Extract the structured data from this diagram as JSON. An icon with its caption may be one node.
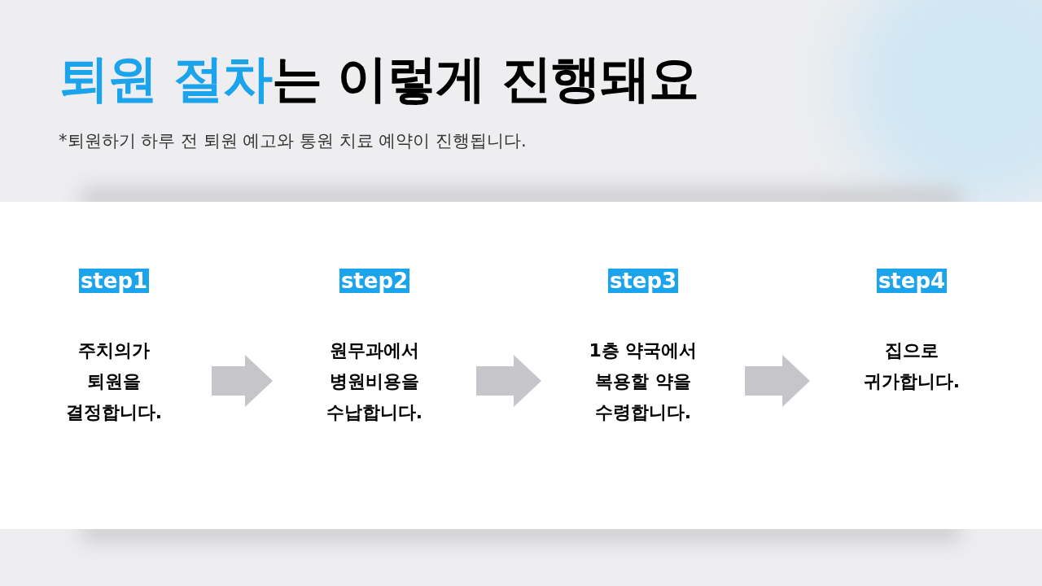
{
  "diagram": {
    "title": "**퇴원 절차**는 이렇게 진행돼요",
    "nodes": [
      {
        "text": [
          "step1",
          "주치의가 퇴원을 결정합니다."
        ]
      },
      {
        "text": [
          "step2",
          "원무과에서 병원비용을 수납합니다."
        ]
      },
      {
        "text": [
          "step3",
          "1층 약국에서 복용할 약을 수령합니다."
        ]
      },
      {
        "text": [
          "step4",
          "집으로 귀가합니다."
        ]
      }
    ],
    "edges": [
      {
        "from": 0,
        "to": 1,
        "arrow": "to"
      },
      {
        "from": 1,
        "to": 2,
        "arrow": "to"
      },
      {
        "from": 2,
        "to": 3,
        "arrow": "to"
      }
    ],
    "labels": [
      "*퇴원하기 하루 전 퇴원 예고와 통원 치료 예약이 진행됩니다."
    ]
  }
}
